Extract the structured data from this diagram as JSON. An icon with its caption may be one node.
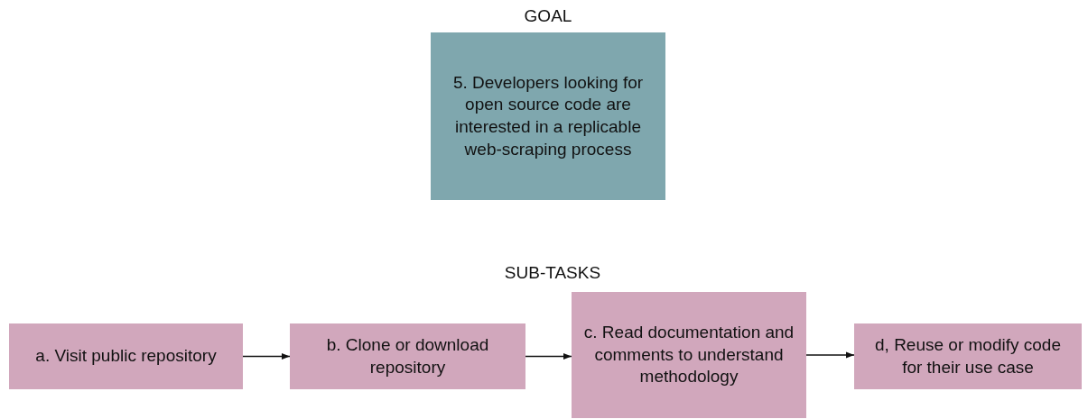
{
  "diagram": {
    "nodes": [
      {
        "text": [
          "GOAL",
          "5. Developers looking for open source code are interested in a replicable web-scraping process"
        ]
      },
      {
        "text": [
          "a. Visit public repository"
        ]
      },
      {
        "text": [
          "b. Clone or download repository"
        ]
      },
      {
        "text": [
          "c. Read documentation and comments to understand methodology"
        ]
      },
      {
        "text": [
          "d, Reuse or modify code for their use case"
        ]
      }
    ],
    "edges": [
      {
        "from": 1,
        "to": 2,
        "arrow": "to"
      },
      {
        "from": 2,
        "to": 3,
        "arrow": "to"
      },
      {
        "from": 3,
        "to": 4,
        "arrow": "to"
      }
    ],
    "labels": [
      "SUB-TASKS"
    ]
  }
}
